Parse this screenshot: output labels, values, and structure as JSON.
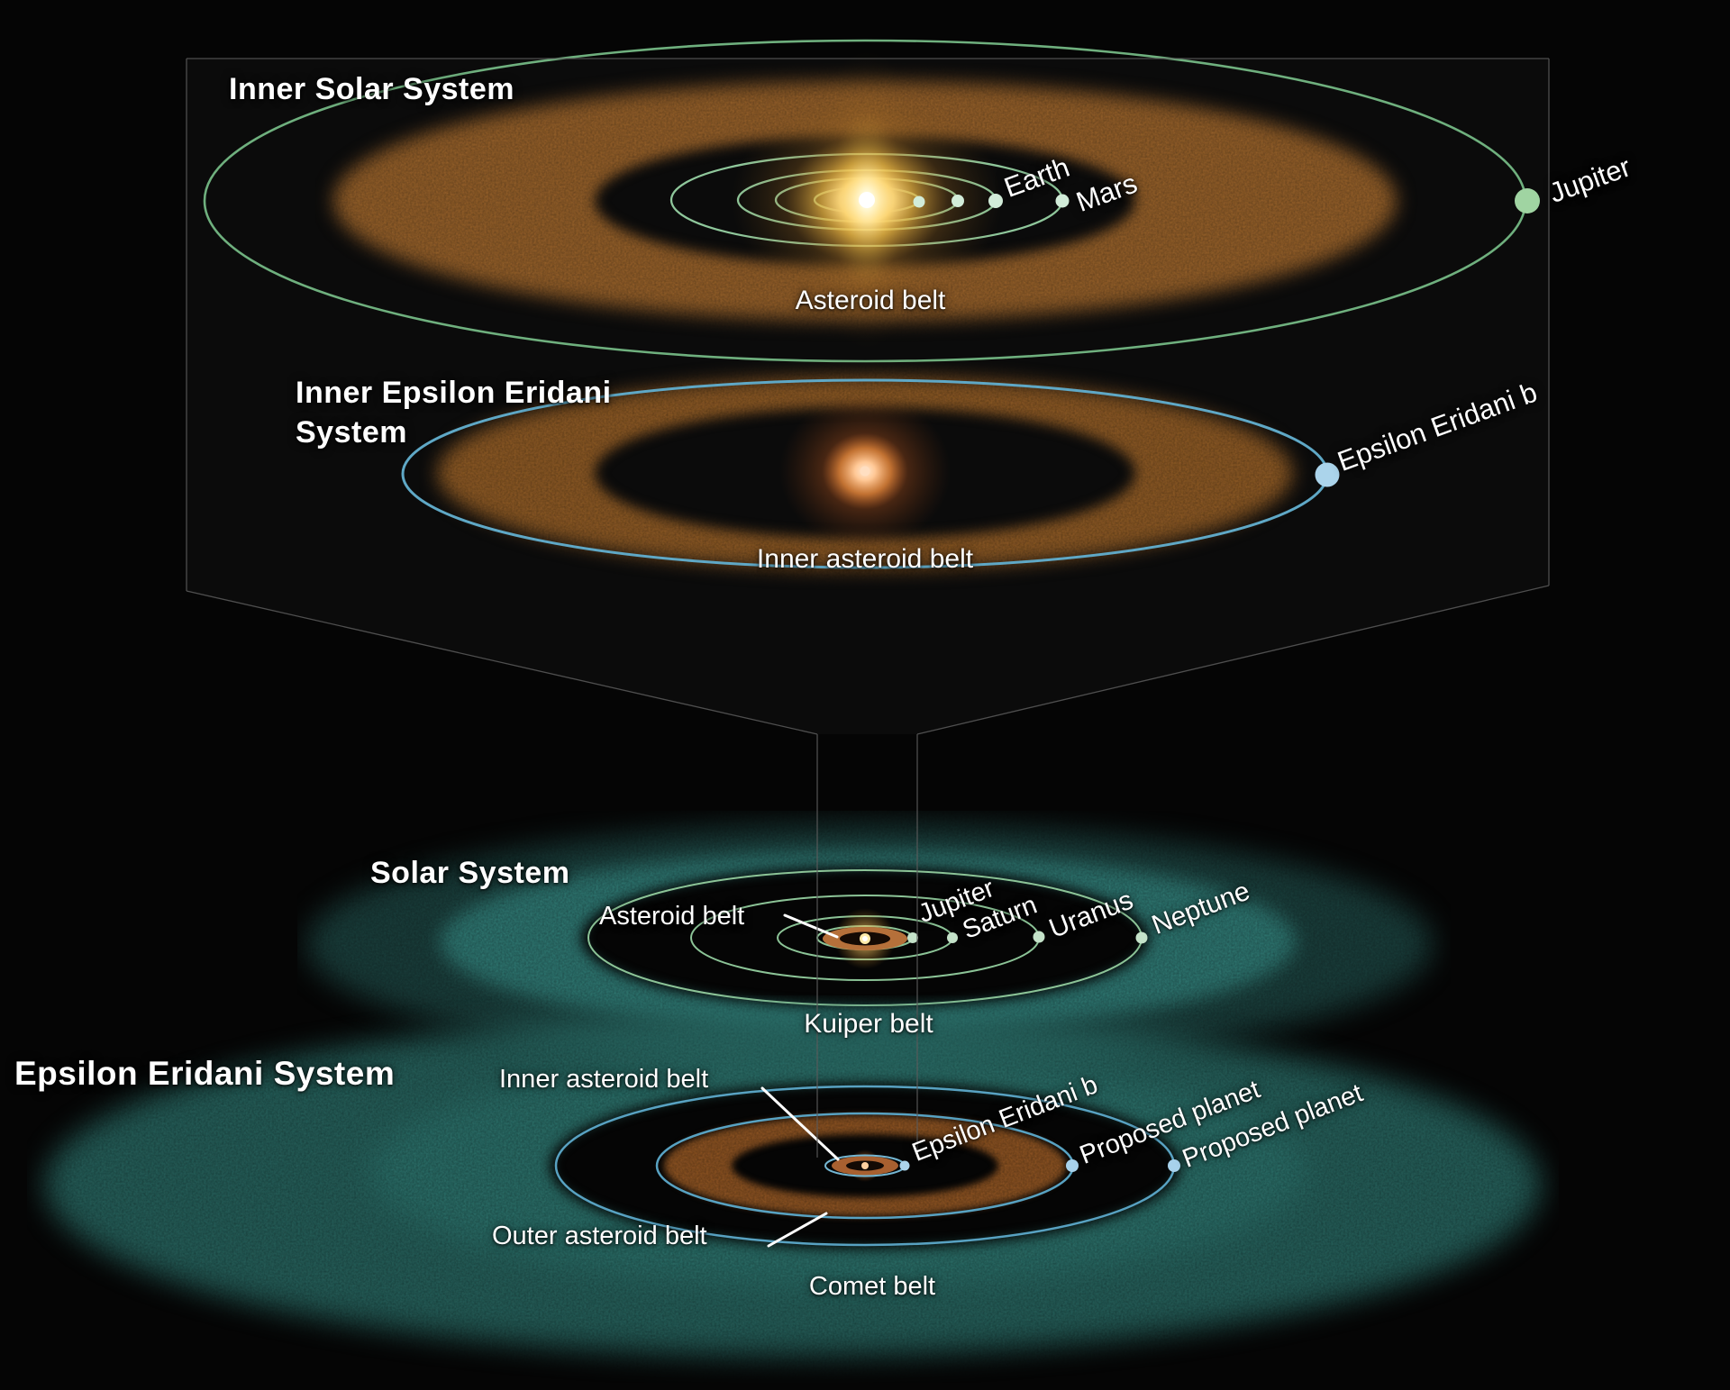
{
  "panel_inner_solar": {
    "title": "Inner Solar System",
    "earth": "Earth",
    "mars": "Mars",
    "jupiter": "Jupiter",
    "asteroid_belt": "Asteroid belt"
  },
  "panel_inner_eridani": {
    "title_line1": "Inner Epsilon Eridani",
    "title_line2": "System",
    "planet_b": "Epsilon Eridani b",
    "inner_asteroid_belt": "Inner asteroid belt"
  },
  "panel_solar": {
    "title": "Solar System",
    "asteroid_belt": "Asteroid belt",
    "jupiter": "Jupiter",
    "saturn": "Saturn",
    "uranus": "Uranus",
    "neptune": "Neptune",
    "kuiper_belt": "Kuiper belt"
  },
  "panel_eridani": {
    "title": "Epsilon Eridani System",
    "inner_asteroid_belt": "Inner asteroid belt",
    "planet_b": "Epsilon Eridani b",
    "proposed_planet_1": "Proposed planet",
    "proposed_planet_2": "Proposed planet",
    "outer_asteroid_belt": "Outer asteroid belt",
    "comet_belt": "Comet belt"
  },
  "colors": {
    "background": "#050505",
    "orbit_green": "#7fbd8b",
    "orbit_blue": "#5fa8c6",
    "asteroid_brown": "#8a5a28",
    "belt_teal": "#2e746e",
    "label_text": "#ffffff",
    "projection_line": "#5c5c5c"
  }
}
